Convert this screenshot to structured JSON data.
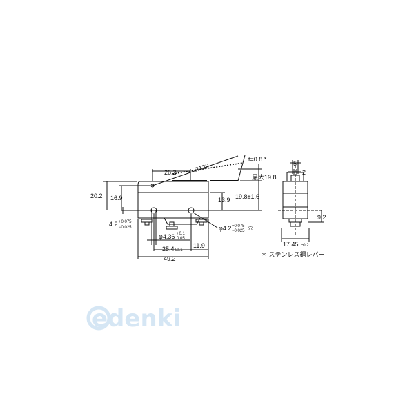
{
  "drawing": {
    "front_view": {
      "lever_radius": "R120",
      "lever_thickness": "t=0.8 *",
      "max_label": "最大19.8",
      "op_position": "19.8±1.6",
      "pivot_offset": "26.2",
      "height_total": "20.2",
      "height_pivot": "16.9",
      "height_13_9": "13.9",
      "hole_offset": "4.2",
      "hole_offset_tol_plus": "+0.075",
      "hole_offset_tol_minus": "−0.025",
      "hole_dia": "φ4.36",
      "hole_dia_tol_plus": "+0.1",
      "hole_dia_tol_minus": "0.05",
      "hole_dia2": "φ4.2",
      "hole_dia2_tol_plus": "+0.075",
      "hole_dia2_tol_minus": "−0.025",
      "hole_dia2_suffix": "穴",
      "hole_pitch": "25.4",
      "hole_pitch_tol": "±0.1",
      "right_offset": "11.9",
      "length": "49.2"
    },
    "side_view": {
      "width_top": "5",
      "width_small": "2",
      "height": "9.2",
      "width": "17.45",
      "width_tol": "±0.2"
    },
    "note": "＊ ステンレス鋼レバー"
  },
  "watermark": "edenki",
  "colors": {
    "line": "#111111",
    "watermark": "#d5e6f4"
  }
}
